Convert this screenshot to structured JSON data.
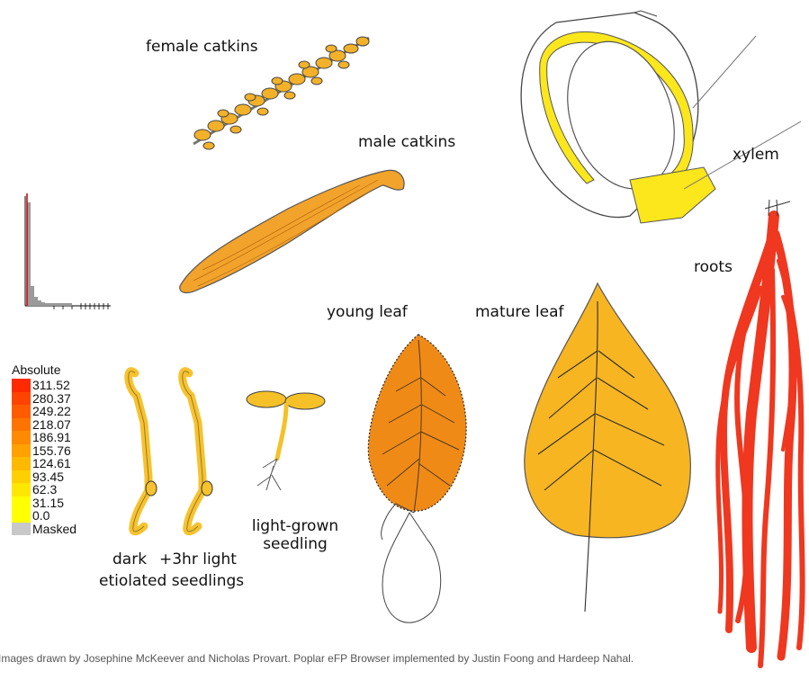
{
  "labels": {
    "female_catkins": "female catkins",
    "male_catkins": "male catkins",
    "xylem": "xylem",
    "roots": "roots",
    "young_leaf": "young leaf",
    "mature_leaf": "mature leaf",
    "dark": "dark",
    "light_3hr": "+3hr light",
    "etiolated_seedlings": "etiolated seedlings",
    "light_grown_line1": "light-grown",
    "light_grown_line2": "seedling"
  },
  "legend": {
    "title": "Absolute",
    "items": [
      {
        "label": "311.52",
        "color": "#ff2a00"
      },
      {
        "label": "280.37",
        "color": "#ff4400"
      },
      {
        "label": "249.22",
        "color": "#ff5b00"
      },
      {
        "label": "218.07",
        "color": "#ff7300"
      },
      {
        "label": "186.91",
        "color": "#ff8a00"
      },
      {
        "label": "155.76",
        "color": "#ffa100"
      },
      {
        "label": "124.61",
        "color": "#ffb900"
      },
      {
        "label": "93.45",
        "color": "#ffd000"
      },
      {
        "label": "62.3",
        "color": "#ffe700"
      },
      {
        "label": "31.15",
        "color": "#ffff00"
      },
      {
        "label": "0.0",
        "color": "#ffff00"
      },
      {
        "label": "Masked",
        "color": "#c8c8c8"
      }
    ]
  },
  "tissue_colors": {
    "female_catkins": "#f3b129",
    "male_catkins": "#f2a32c",
    "xylem": "#fbe71c",
    "roots": "#f0371f",
    "young_leaf": "#f08a16",
    "mature_leaf": "#f7b522",
    "etiolated_dark": "#f7c22d",
    "etiolated_light": "#f7c22d",
    "light_grown": "#f6c128"
  },
  "credit": "Images drawn by Josephine McKeever and Nicholas Provart. Poplar eFP Browser implemented by Justin Foong and Hardeep Nahal."
}
